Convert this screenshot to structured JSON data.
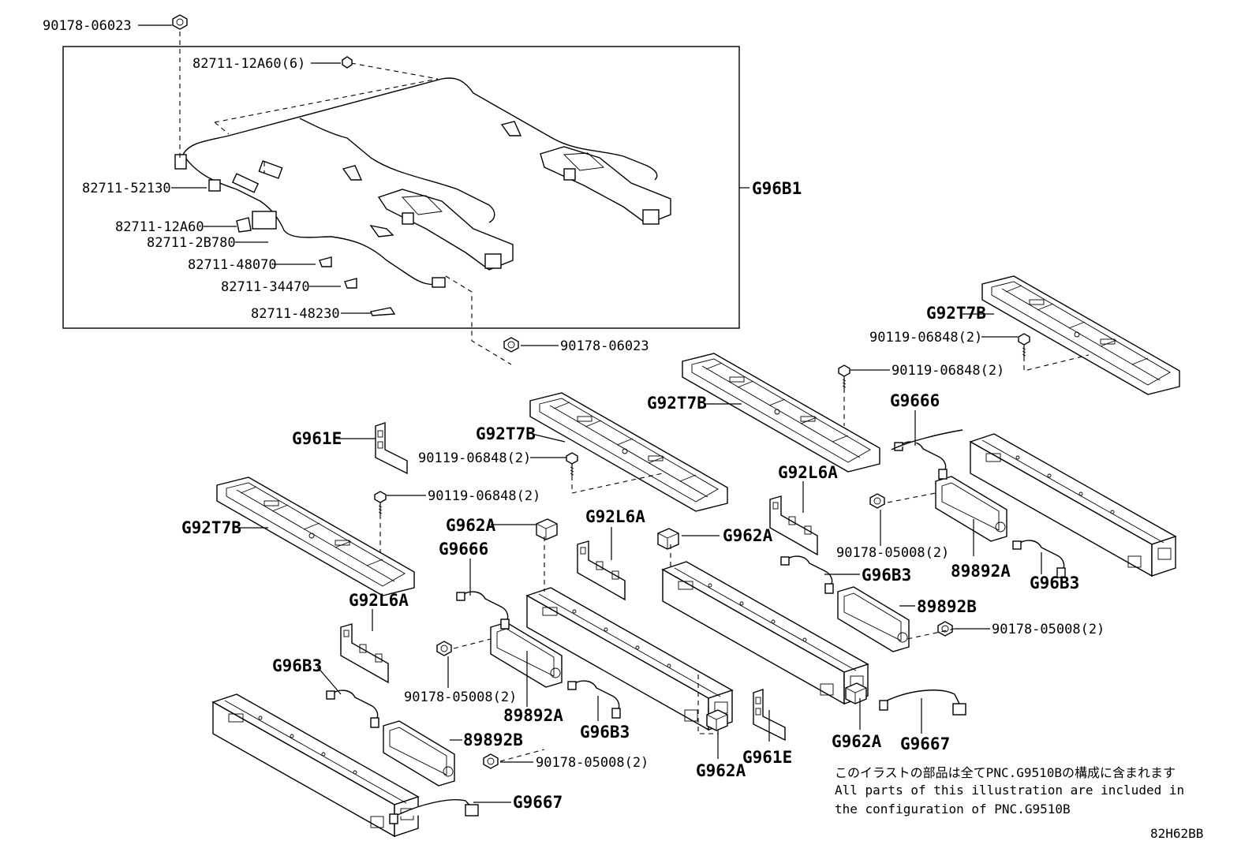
{
  "part_numbers": {
    "p90178_06023_top": "90178-06023",
    "p82711_12A60_6": "82711-12A60(6)",
    "p82711_52130": "82711-52130",
    "p82711_12A60": "82711-12A60",
    "p82711_2B780": "82711-2B780",
    "p82711_48070": "82711-48070",
    "p82711_34470": "82711-34470",
    "p82711_48230": "82711-48230",
    "p90178_06023_mid": "90178-06023",
    "p90119_06848_a": "90119-06848(2)",
    "p90119_06848_b": "90119-06848(2)",
    "p90119_06848_c": "90119-06848(2)",
    "p90119_06848_d": "90119-06848(2)",
    "p90178_05008_a": "90178-05008(2)",
    "p90178_05008_b": "90178-05008(2)",
    "p90178_05008_c": "90178-05008(2)",
    "p90178_05008_d": "90178-05008(2)"
  },
  "callouts": {
    "G96B1": "G96B1",
    "G92T7B_a": "G92T7B",
    "G92T7B_b": "G92T7B",
    "G92T7B_c": "G92T7B",
    "G92T7B_d": "G92T7B",
    "G9666_a": "G9666",
    "G9666_b": "G9666",
    "G961E_a": "G961E",
    "G961E_b": "G961E",
    "G92L6A_a": "G92L6A",
    "G92L6A_b": "G92L6A",
    "G92L6A_c": "G92L6A",
    "G962A_a": "G962A",
    "G962A_b": "G962A",
    "G962A_c": "G962A",
    "G962A_d": "G962A",
    "G96B3_a": "G96B3",
    "G96B3_b": "G96B3",
    "G96B3_c": "G96B3",
    "G96B3_d": "G96B3",
    "89892A_a": "89892A",
    "89892A_b": "89892A",
    "89892B_a": "89892B",
    "89892B_b": "89892B",
    "G9667_a": "G9667",
    "G9667_b": "G9667"
  },
  "note": {
    "jp": "このイラストの部品は全てPNC.G9510Bの構成に含まれます",
    "en_line1": "All parts of this illustration are included in",
    "en_line2": "the configuration of PNC.G9510B"
  },
  "illustration_code": "82H62BB"
}
